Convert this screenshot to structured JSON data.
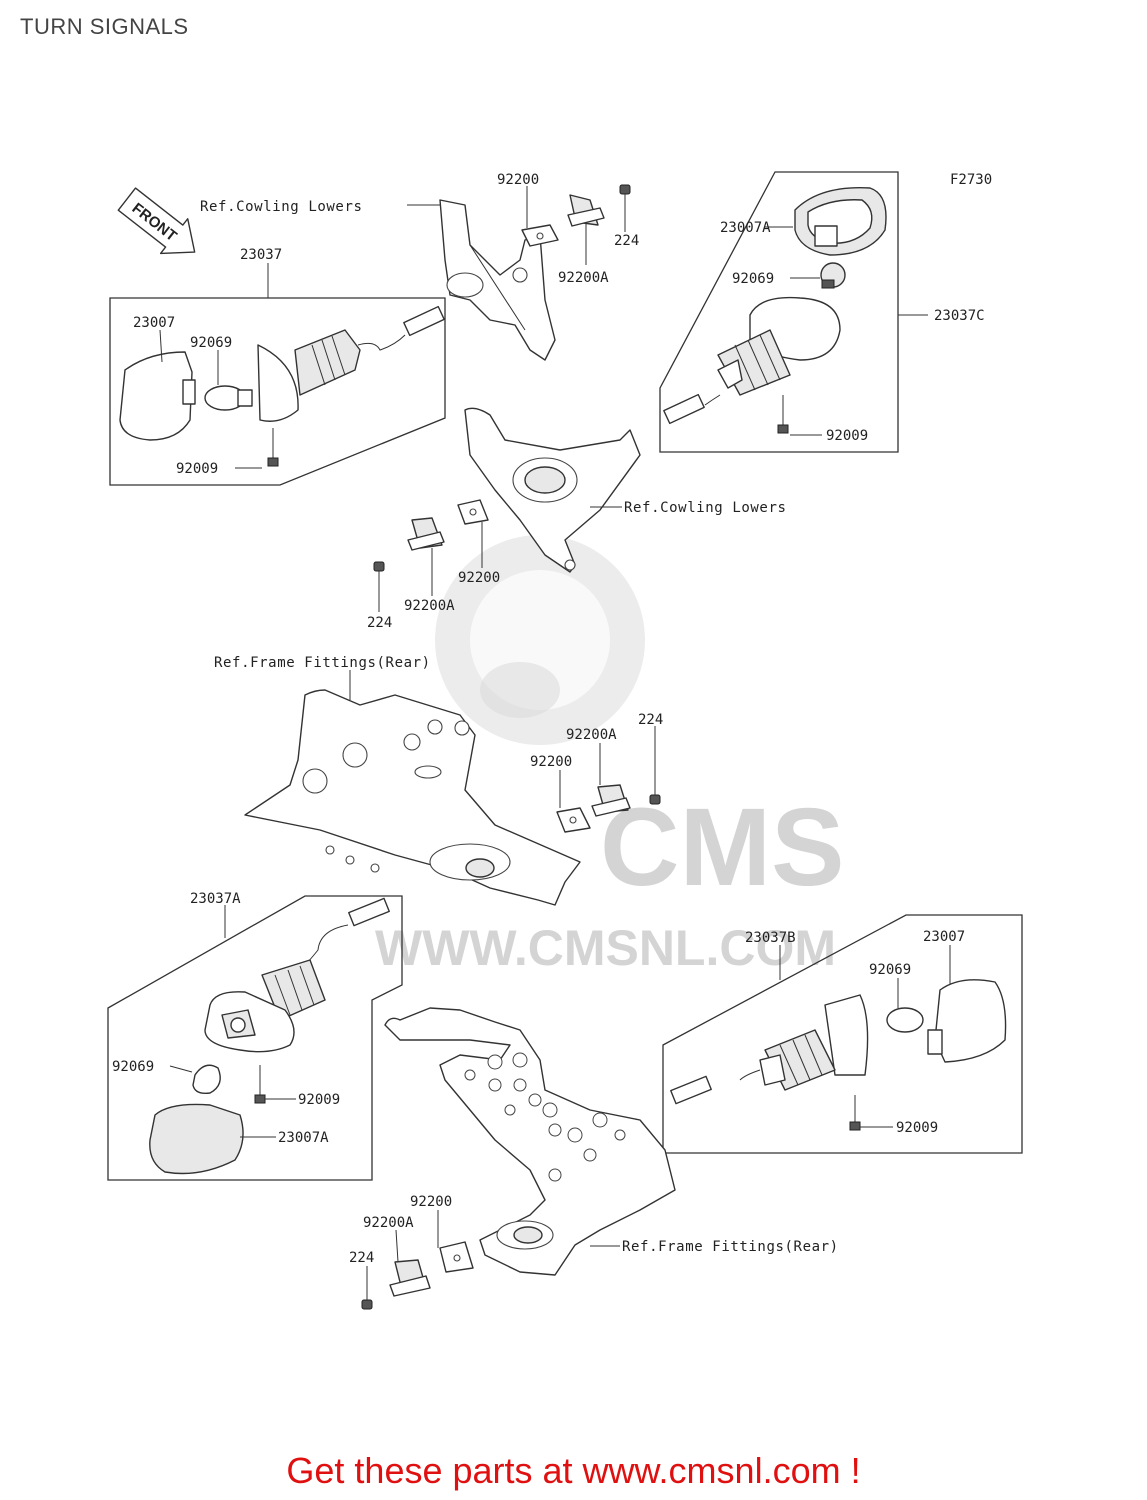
{
  "page": {
    "title": "TURN SIGNALS",
    "figure_code": "F2730"
  },
  "orientation_arrow": {
    "text": "FRONT"
  },
  "labels": {
    "ref_cowling_lowers": "Ref.Cowling Lowers",
    "ref_frame_fittings_rear": "Ref.Frame Fittings(Rear)",
    "p23037": "23037",
    "p23037A": "23037A",
    "p23037B": "23037B",
    "p23037C": "23037C",
    "p23007": "23007",
    "p23007A": "23007A",
    "p92069": "92069",
    "p92009": "92009",
    "p92200": "92200",
    "p92200A": "92200A",
    "p224": "224"
  },
  "watermark": {
    "brand": "CMS",
    "url": "WWW.CMSNL.COM"
  },
  "footer": {
    "text": "Get these parts at www.cmsnl.com !",
    "color": "#e01010"
  }
}
